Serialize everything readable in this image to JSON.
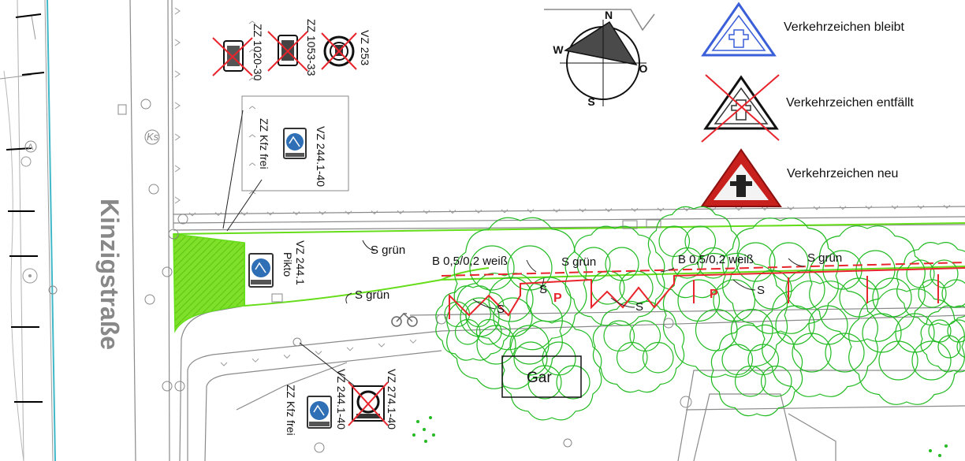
{
  "street": {
    "name": "Kinzigstraße"
  },
  "compass": {
    "n": "N",
    "o": "O",
    "s": "S",
    "w": "W"
  },
  "legend": {
    "remains": "Verkehrzeichen bleibt",
    "removed": "Verkehrzeichen entfällt",
    "new": "Verkehrzeichen neu"
  },
  "signs": {
    "top": [
      "ZZ 1020-30",
      "ZZ 1053-33",
      "VZ 253"
    ],
    "inset": [
      "VZ 244.1-40",
      "ZZ Kfz frei"
    ],
    "pikto": [
      "Pikto",
      "VZ 244.1"
    ],
    "bottom": [
      "VZ 274.1-40",
      "VZ 244.1-40",
      "ZZ Kfz frei"
    ]
  },
  "markings": {
    "s_gruen": "S grün",
    "line_spec": "B 0,5/0,2 weiß",
    "s": "S",
    "parking": "P",
    "ks": "Ks",
    "hydrant": "A",
    "garage": "Gar"
  },
  "colors": {
    "new_marking": "#66dd1a",
    "removed": "#e8242c",
    "trees": "#22bb22",
    "legend_new": "#c8201c",
    "legend_keep": "#3a5fd8",
    "street_label": "#888888",
    "sign_blue": "#2f6fb5"
  }
}
